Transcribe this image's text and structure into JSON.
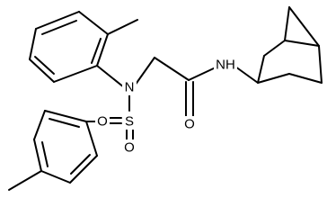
{
  "atoms": {
    "nitrogen": "N",
    "amide_nitrogen": "NH",
    "sulfur": "S",
    "sulfonyl_oxygen_1": "O",
    "sulfonyl_oxygen_2": "O",
    "carbonyl_oxygen": "O"
  },
  "colors": {
    "bond": "#000000",
    "label": "#000000",
    "background": "#ffffff"
  }
}
